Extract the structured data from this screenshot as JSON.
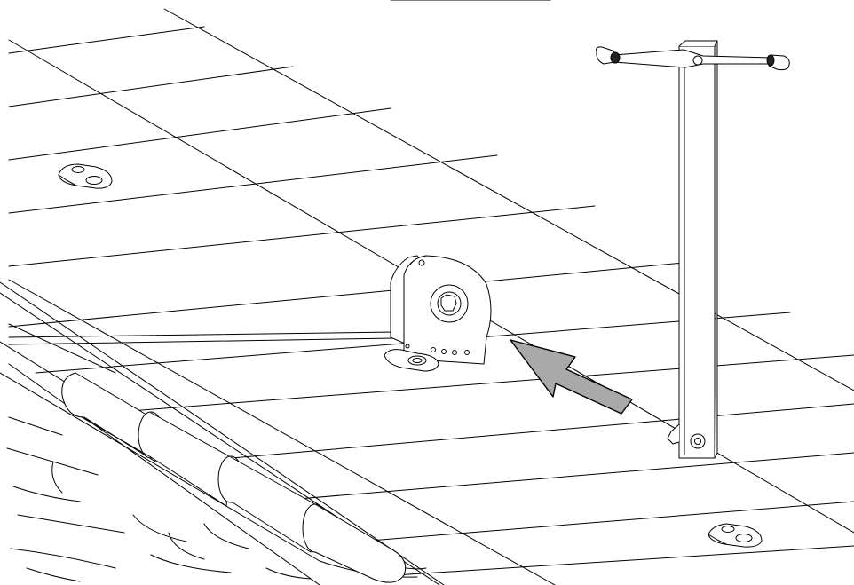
{
  "diagram": {
    "type": "technical-line-illustration",
    "colors": {
      "stroke": "#000000",
      "background": "#ffffff",
      "arrow_fill": "#a9a9a9",
      "grip_dark": "#222222"
    },
    "components": [
      "deck-paving-grid",
      "pool-edge-coping",
      "pool-water",
      "floating-roller-tube",
      "cover-reel-strap",
      "winch-reel",
      "deck-anchor-cleat",
      "crank-post",
      "crank-handle",
      "direction-arrow"
    ]
  }
}
